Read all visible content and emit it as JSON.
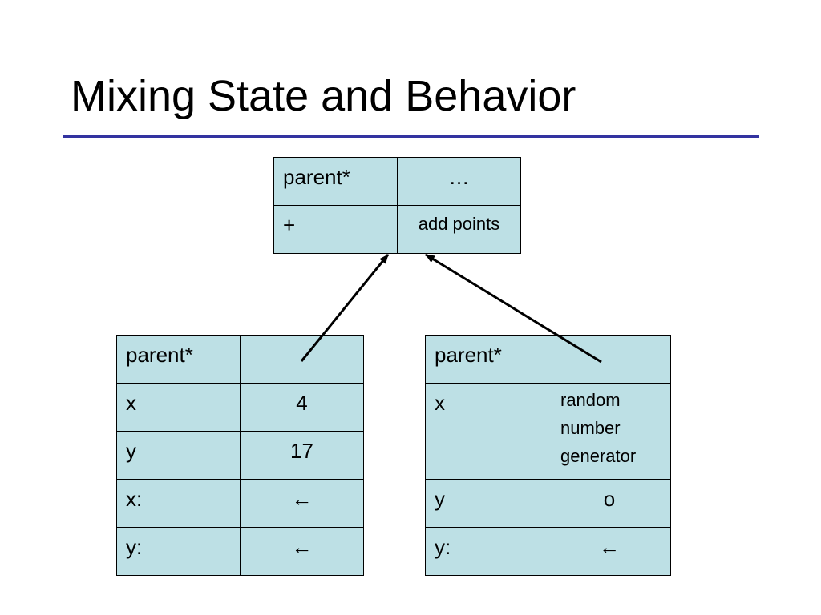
{
  "slide": {
    "title": "Mixing State and Behavior",
    "colors": {
      "cell_fill": "#bde0e5",
      "rule": "#3333a0",
      "border": "#000000"
    }
  },
  "objects": {
    "parent_object": {
      "rows": [
        {
          "slot": "parent*",
          "value": "…"
        },
        {
          "slot": "+",
          "value": "add points"
        }
      ]
    },
    "left_object": {
      "rows": [
        {
          "slot": "parent*",
          "value": ""
        },
        {
          "slot": "x",
          "value": "4"
        },
        {
          "slot": "y",
          "value": "17"
        },
        {
          "slot": "x:",
          "value": "←"
        },
        {
          "slot": "y:",
          "value": "←"
        }
      ]
    },
    "right_object": {
      "rows": [
        {
          "slot": "parent*",
          "value": ""
        },
        {
          "slot": "x",
          "value": [
            "random",
            "number",
            "generator"
          ]
        },
        {
          "slot": "y",
          "value": "o"
        },
        {
          "slot": "y:",
          "value": "←"
        }
      ]
    }
  },
  "arrows": [
    {
      "from": "left_object.parent*",
      "to": "parent_object"
    },
    {
      "from": "right_object.parent*",
      "to": "parent_object"
    }
  ]
}
